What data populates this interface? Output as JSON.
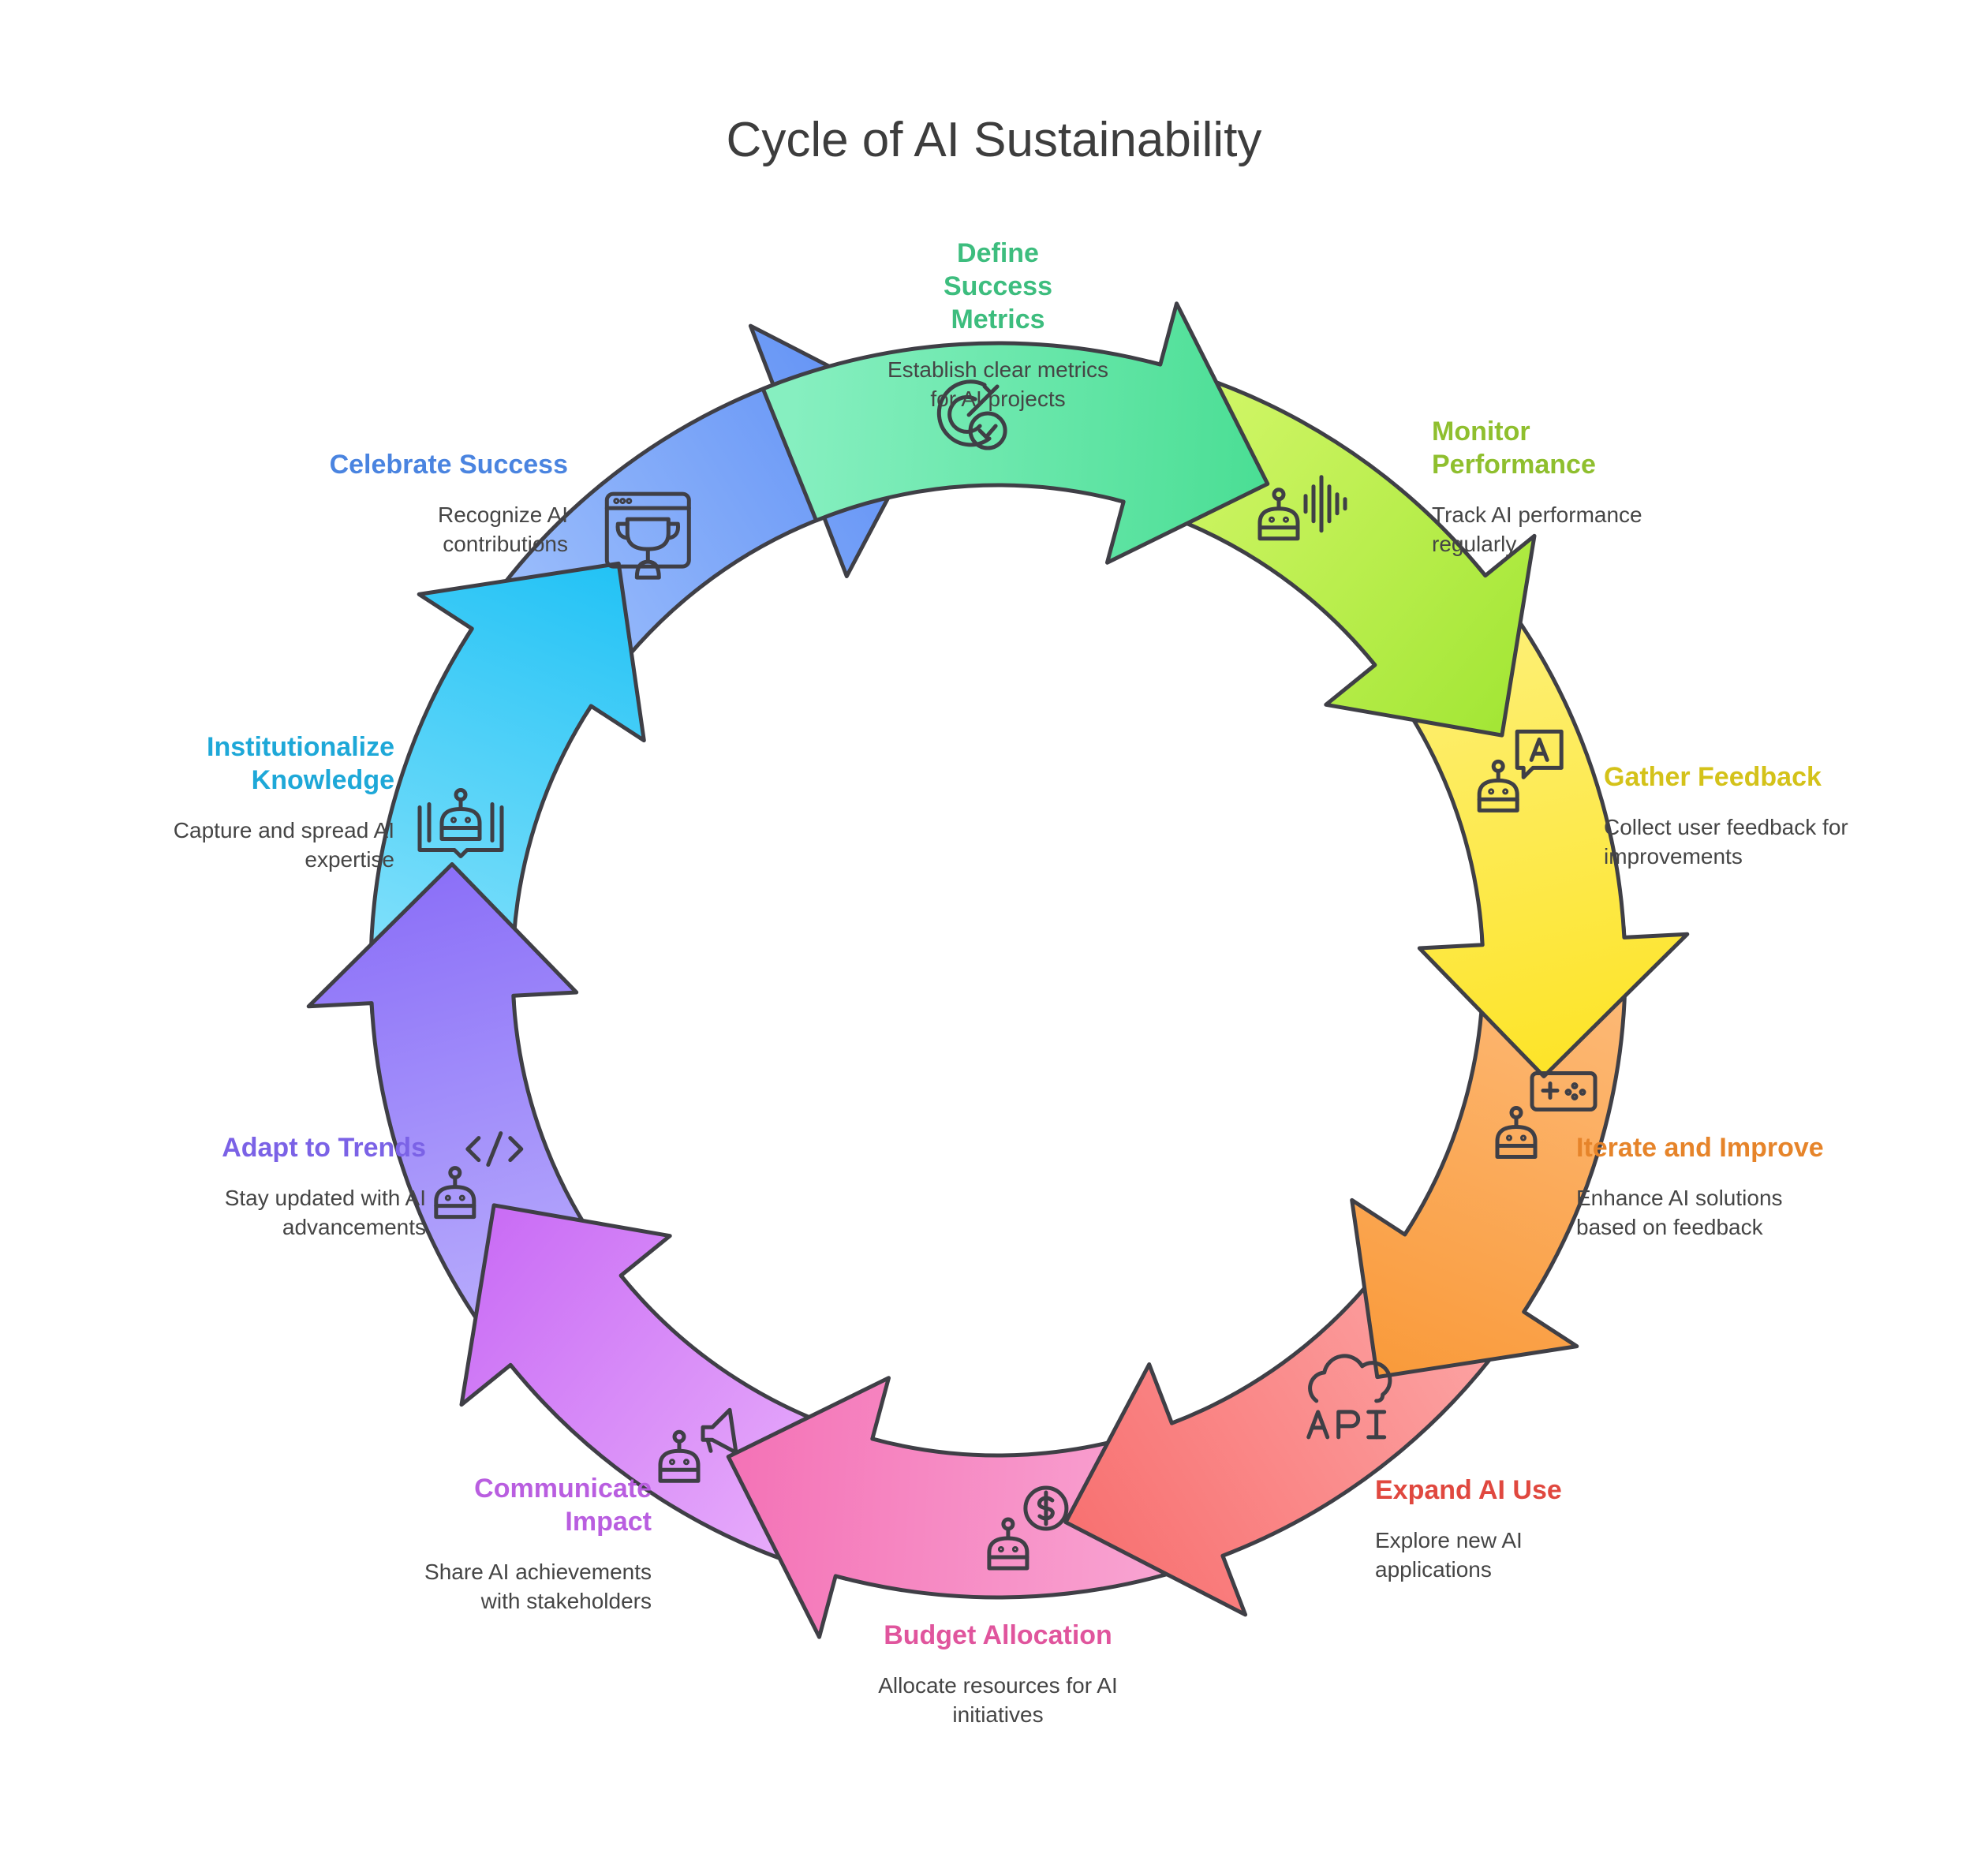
{
  "title": "Cycle of AI Sustainability",
  "stroke_color": "#3f3f46",
  "steps": [
    {
      "id": "define",
      "title": "Define Success Metrics",
      "description": "Establish clear metrics for AI projects",
      "icon": "target-check-icon",
      "color_light": "#86efc0",
      "color_dark": "#4ade94",
      "text_color": "#3dbd7e"
    },
    {
      "id": "monitor",
      "title": "Monitor Performance",
      "description": "Track AI performance regularly",
      "icon": "robot-soundwave-icon",
      "color_light": "#d4f76a",
      "color_dark": "#a3e635",
      "text_color": "#8fbf2e"
    },
    {
      "id": "gather",
      "title": "Gather Feedback",
      "description": "Collect user feedback for improvements",
      "icon": "robot-chat-icon",
      "color_light": "#fdf07a",
      "color_dark": "#fde428",
      "text_color": "#d4c21a"
    },
    {
      "id": "iterate",
      "title": "Iterate and Improve",
      "description": "Enhance AI solutions based on feedback",
      "icon": "robot-gamepad-icon",
      "color_light": "#fdbb7a",
      "color_dark": "#f99a3a",
      "text_color": "#e6842a"
    },
    {
      "id": "expand",
      "title": "Expand AI Use",
      "description": "Explore new AI applications",
      "icon": "cloud-api-icon",
      "color_light": "#fca5a5",
      "color_dark": "#f87171",
      "text_color": "#e0483f"
    },
    {
      "id": "budget",
      "title": "Budget Allocation",
      "description": "Allocate resources for AI initiatives",
      "icon": "robot-dollar-icon",
      "color_light": "#f9a8d4",
      "color_dark": "#f472b6",
      "text_color": "#e0559d"
    },
    {
      "id": "communicate",
      "title": "Communicate Impact",
      "description": "Share AI achievements with stakeholders",
      "icon": "robot-megaphone-icon",
      "color_light": "#e9b0fb",
      "color_dark": "#c96cf5",
      "text_color": "#b95ee0"
    },
    {
      "id": "adapt",
      "title": "Adapt to Trends",
      "description": "Stay updated with AI advancements",
      "icon": "robot-code-icon",
      "color_light": "#b9aefc",
      "color_dark": "#8b6ff8",
      "text_color": "#7b62e6"
    },
    {
      "id": "institutionalize",
      "title": "Institutionalize Knowledge",
      "description": "Capture and spread AI expertise",
      "icon": "robot-book-icon",
      "color_light": "#86e2fb",
      "color_dark": "#22c2f5",
      "text_color": "#1ea8d8"
    },
    {
      "id": "celebrate",
      "title": "Celebrate Success",
      "description": "Recognize AI contributions",
      "icon": "trophy-window-icon",
      "color_light": "#9fc0fc",
      "color_dark": "#5f90f5",
      "text_color": "#4a84e0"
    }
  ]
}
